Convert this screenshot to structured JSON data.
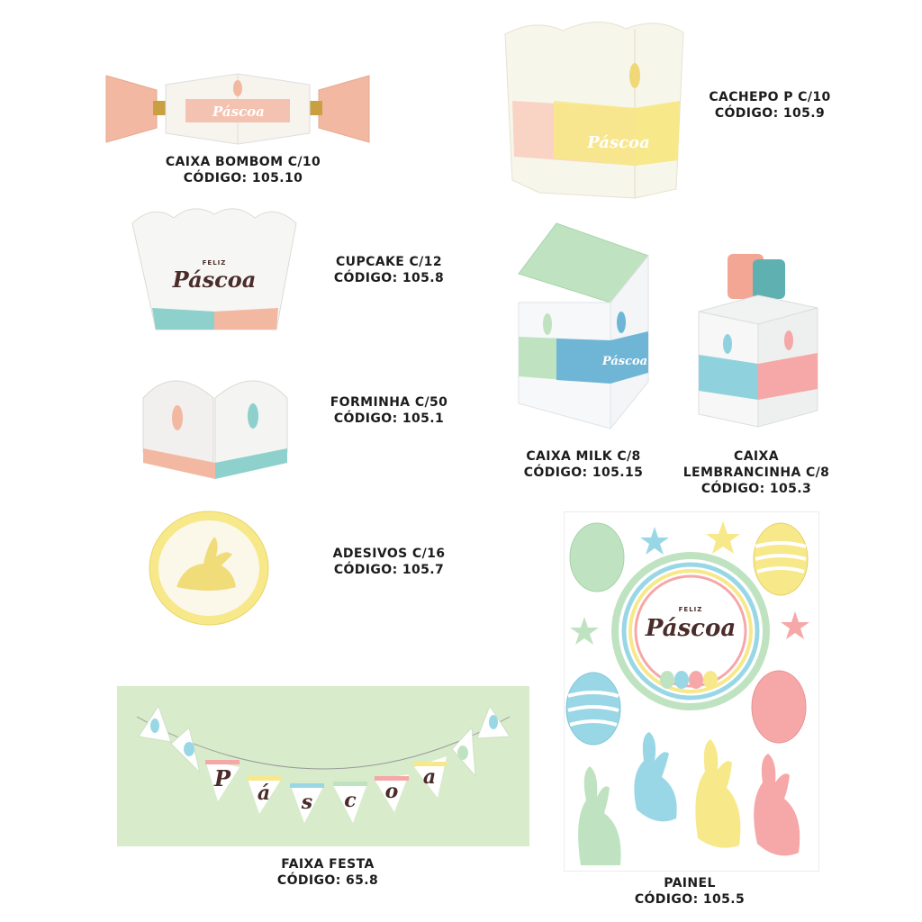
{
  "colors": {
    "peach": "#f2b8a2",
    "yellow": "#f7e88a",
    "green": "#bfe3c0",
    "teal": "#8dd0cc",
    "blue": "#9ad7e6",
    "pink": "#f6a7a8",
    "brown": "#4a2c2a",
    "banner_bg": "#d8ebcb"
  },
  "artwork": {
    "feliz": "FELIZ",
    "pascoa": "Páscoa",
    "banner_letters": [
      "P",
      "á",
      "s",
      "c",
      "o",
      "a"
    ]
  },
  "products": [
    {
      "id": "caixa-bombom",
      "name": "CAIXA BOMBOM C/10",
      "code": "CÓDIGO: 105.10"
    },
    {
      "id": "cachepo",
      "name": "CACHEPO P C/10",
      "code": "CÓDIGO: 105.9"
    },
    {
      "id": "cupcake",
      "name": "CUPCAKE C/12",
      "code": "CÓDIGO: 105.8"
    },
    {
      "id": "forminha",
      "name": "FORMINHA C/50",
      "code": "CÓDIGO: 105.1"
    },
    {
      "id": "caixa-milk",
      "name": "CAIXA MILK C/8",
      "code": "CÓDIGO: 105.15"
    },
    {
      "id": "caixa-lembrancinha",
      "name": "CAIXA",
      "name2": "LEMBRANCINHA C/8",
      "code": "CÓDIGO: 105.3"
    },
    {
      "id": "adesivos",
      "name": "ADESIVOS C/16",
      "code": "CÓDIGO: 105.7"
    },
    {
      "id": "faixa-festa",
      "name": "FAIXA FESTA",
      "code": "CÓDIGO: 65.8"
    },
    {
      "id": "painel",
      "name": "PAINEL",
      "code": "CÓDIGO: 105.5"
    }
  ]
}
